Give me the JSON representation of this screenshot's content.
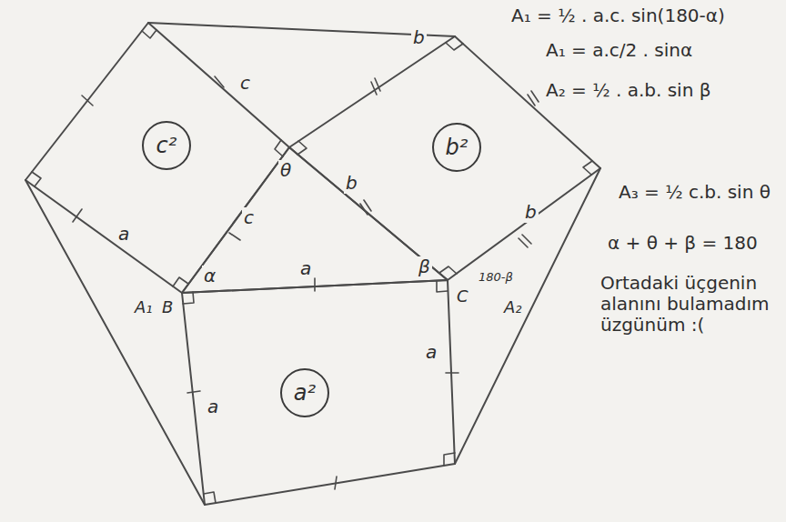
{
  "diagram": {
    "nodes": [
      {
        "text": [
          "c²"
        ]
      },
      {
        "text": [
          "b²"
        ]
      },
      {
        "text": [
          "a²"
        ]
      }
    ],
    "labels": [
      "A₁ = ½ . a.c. sin(180-α)",
      "A₁ = a.c/2 . sinα",
      "A₂ = ½ . a.b. sin β",
      "A₃ = ½ c.b. sin θ",
      "α + θ + β = 180",
      "Ortadaki üçgenin alanını bulamadım üzgünüm :(",
      "c",
      "c",
      "a",
      "b",
      "b",
      "b",
      "a",
      "a",
      "a",
      "α",
      "β",
      "θ",
      "A₁",
      "B",
      "C",
      "A₂",
      "180-β"
    ]
  }
}
